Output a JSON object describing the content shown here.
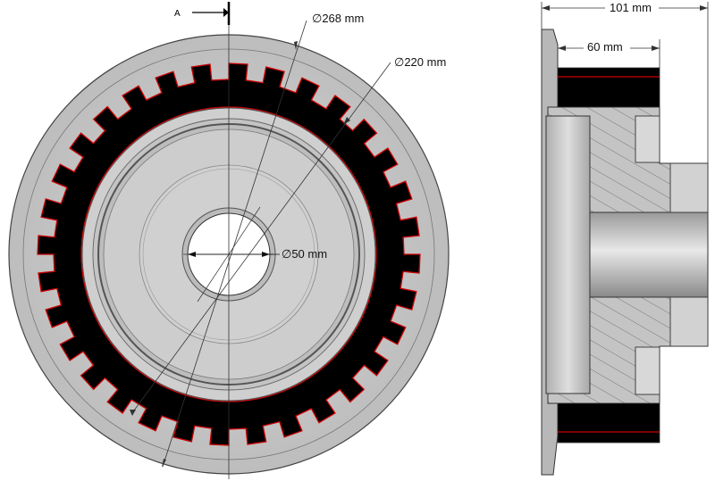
{
  "section_marker": {
    "label": "A"
  },
  "front_view": {
    "dimensions": {
      "outer_diameter": "∅268 mm",
      "pitch_diameter": "∅220 mm",
      "bore_diameter": "∅50 mm"
    },
    "tooth_count": 32
  },
  "section_view": {
    "dimensions": {
      "overall_length": "101 mm",
      "face_width": "60 mm"
    }
  },
  "colors": {
    "body_gray": "#c8c8c8",
    "ring_black": "#000000",
    "outline_red": "#cc0000",
    "line": "#333333"
  }
}
